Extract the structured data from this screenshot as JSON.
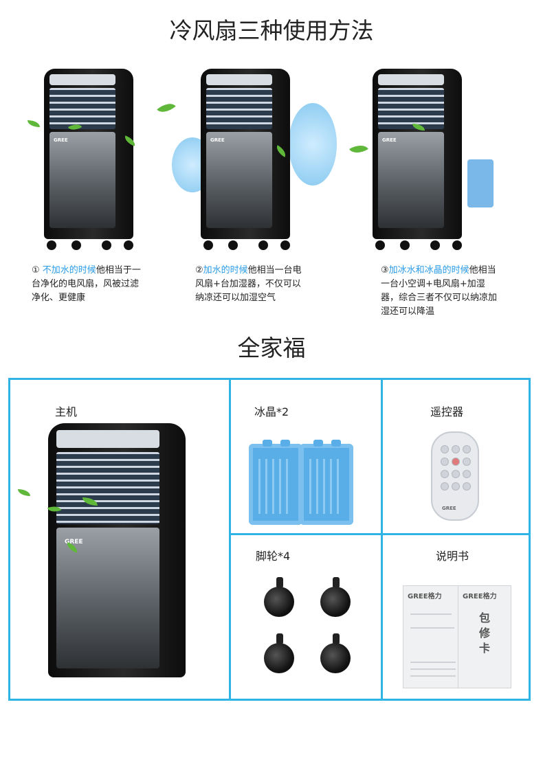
{
  "header": {
    "title": "冷风扇三种使用方法"
  },
  "methods": [
    {
      "num": "①",
      "highlight": "不加水的时候",
      "text": "他相当于一台净化的电风扇，风被过滤净化、更健康"
    },
    {
      "num": "②",
      "highlight": "加水的时候",
      "text": "他相当一台电风扇+台加湿器，不仅可以纳凉还可以加湿空气"
    },
    {
      "num": "③",
      "highlight": "加冰水和冰晶的时候",
      "text": "他相当一台小空调+电风扇+加湿器，综合三者不仅可以纳凉加湿还可以降温"
    }
  ],
  "family": {
    "title": "全家福",
    "items": [
      {
        "label": "主机"
      },
      {
        "label": "冰晶*2"
      },
      {
        "label": "遥控器"
      },
      {
        "label": "脚轮*4"
      },
      {
        "label": "说明书"
      }
    ]
  },
  "brand": {
    "logo": "GREE",
    "manual_logo": "GREE格力",
    "card_text": "包修卡"
  },
  "colors": {
    "accent": "#30b4e6",
    "highlight": "#2a9be6"
  }
}
